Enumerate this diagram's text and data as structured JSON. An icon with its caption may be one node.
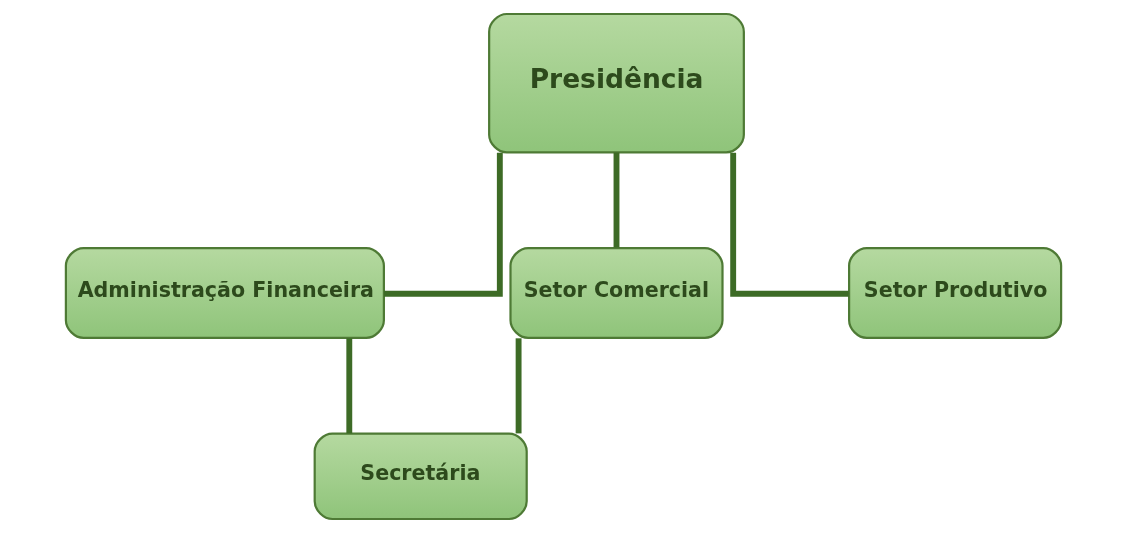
{
  "diagram": {
    "nodes": [
      {
        "text": [
          "Presidência"
        ]
      },
      {
        "text": [
          "Administração Financeira"
        ]
      },
      {
        "text": [
          "Setor Comercial"
        ]
      },
      {
        "text": [
          "Setor Produtivo"
        ]
      },
      {
        "text": [
          "Secretária"
        ]
      }
    ],
    "edges": [
      {
        "from": 0,
        "to": 1,
        "arrow": "none"
      },
      {
        "from": 0,
        "to": 2,
        "arrow": "none"
      },
      {
        "from": 0,
        "to": 3,
        "arrow": "none"
      },
      {
        "from": 1,
        "to": 4,
        "arrow": "none"
      },
      {
        "from": 2,
        "to": 4,
        "arrow": "none"
      }
    ]
  }
}
